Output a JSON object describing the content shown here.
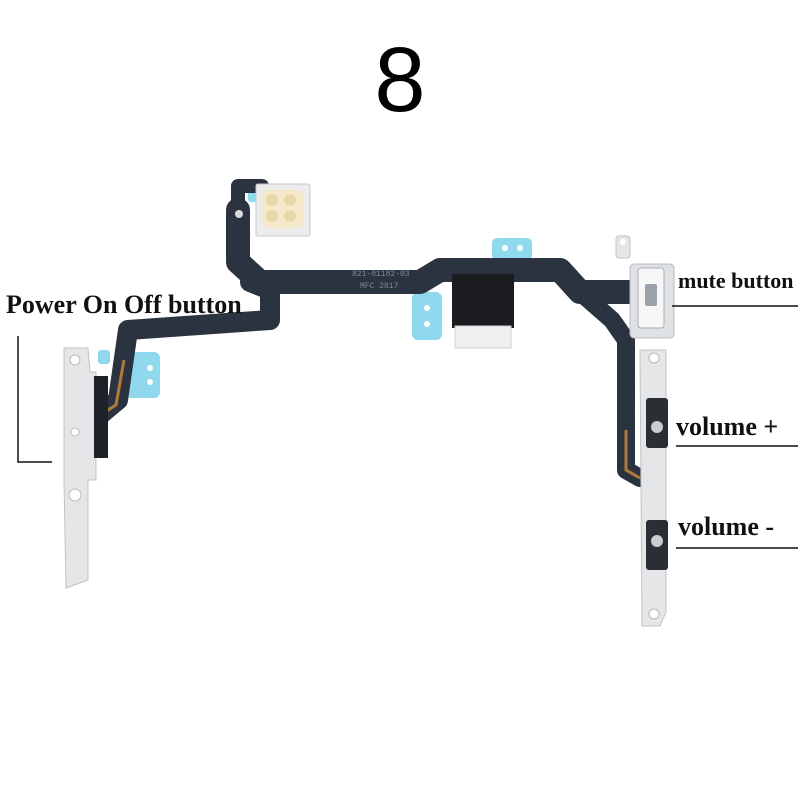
{
  "title": "8",
  "labels": {
    "power": "Power On Off button",
    "mute": "mute button",
    "volume_up": "volume +",
    "volume_down": "volume -"
  },
  "colors": {
    "flex": "#2b3340",
    "stiffener": "#8fd8ee",
    "bracket": "#e4e6e8",
    "copper": "#b07a3a"
  }
}
